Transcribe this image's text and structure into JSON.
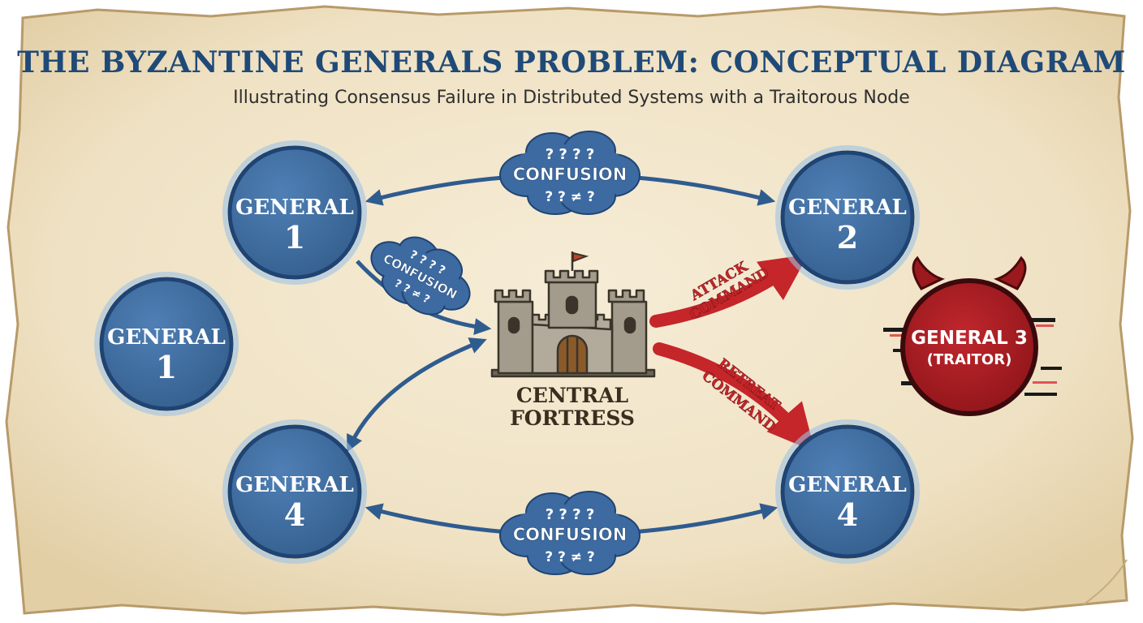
{
  "header": {
    "title": "THE BYZANTINE GENERALS PROBLEM: CONCEPTUAL DIAGRAM",
    "subtitle": "Illustrating Consensus Failure in Distributed Systems with a Traitorous Node"
  },
  "nodes": {
    "top_left": {
      "label": "GENERAL",
      "number": "1"
    },
    "mid_left": {
      "label": "GENERAL",
      "number": "1"
    },
    "top_right": {
      "label": "GENERAL",
      "number": "2"
    },
    "bottom_left": {
      "label": "GENERAL",
      "number": "4"
    },
    "bottom_right": {
      "label": "GENERAL",
      "number": "4"
    },
    "traitor": {
      "label": "GENERAL 3",
      "sub": "(TRAITOR)"
    }
  },
  "fortress": {
    "line1": "CENTRAL",
    "line2": "FORTRESS"
  },
  "confusion": {
    "label": "CONFUSION",
    "top_marks": "? ? ? ?",
    "bottom_marks": "? ? ≠ ?"
  },
  "commands": {
    "attack_l1": "ATTACK",
    "attack_l2": "COMMAND",
    "retreat_l1": "RETREAT",
    "retreat_l2": "COMMAND"
  },
  "colors": {
    "parchment": "#f2e6cc",
    "parchment_edge": "#b89a6a",
    "general_blue": "#3d6aa0",
    "general_border": "#1f4474",
    "title_navy": "#1f4a78",
    "traitor_red": "#a51d22",
    "command_red": "#c4262a",
    "stone": "#9a9384"
  },
  "icons": [
    "castle-icon",
    "flag-icon",
    "devil-horns-icon",
    "confusion-cloud-icon"
  ]
}
